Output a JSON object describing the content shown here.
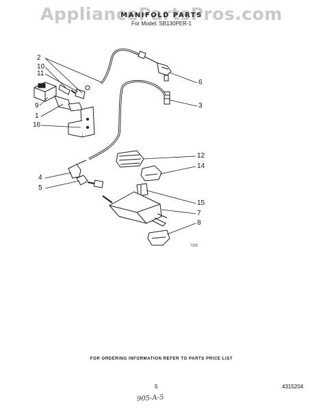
{
  "header": {
    "watermark": "AppliancePartsPros.com",
    "title": "MANIFOLD PARTS",
    "subtitle": "For Model: SB130PER-1"
  },
  "callouts": {
    "c1": "1",
    "c2": "2",
    "c3": "3",
    "c4": "4",
    "c5": "5",
    "c6": "6",
    "c7": "7",
    "c8": "8",
    "c9": "9",
    "c10": "10",
    "c11": "11",
    "c12": "12",
    "c14": "14",
    "c15": "15",
    "c16": "16"
  },
  "figure_code": "7326",
  "footer": {
    "ordering_note": "FOR ORDERING INFORMATION REFER TO PARTS PRICE LIST",
    "page_number": "5",
    "document_number": "4315204",
    "handwritten_note": "905-A-5"
  }
}
